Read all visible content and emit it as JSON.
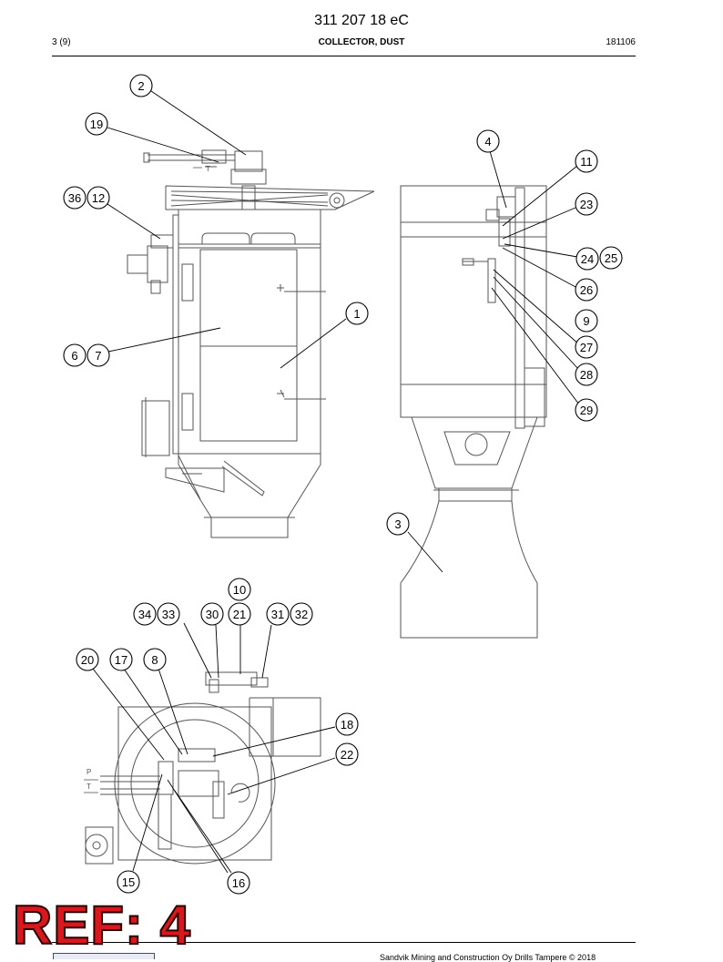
{
  "header": {
    "document_number": "311 207 18 eC",
    "page": "3 (9)",
    "title": "COLLECTOR, DUST",
    "date_code": "181106"
  },
  "footer": {
    "copyright": "Sandvik Mining and Construction Oy Drills Tampere © 2018",
    "stamp": "REF: 4"
  },
  "drawing_labels": {
    "port_t": "T",
    "port_p": "P"
  },
  "callouts": [
    "1",
    "2",
    "3",
    "4",
    "6",
    "7",
    "8",
    "9",
    "10",
    "11",
    "12",
    "15",
    "16",
    "17",
    "18",
    "19",
    "20",
    "21",
    "22",
    "23",
    "24",
    "25",
    "26",
    "27",
    "28",
    "29",
    "30",
    "31",
    "32",
    "33",
    "34",
    "36"
  ]
}
